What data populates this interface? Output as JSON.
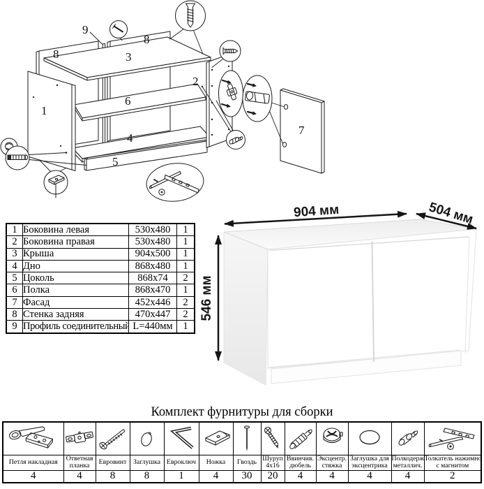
{
  "exploded": {
    "labels": [
      "1",
      "2",
      "3",
      "4",
      "5",
      "6",
      "7",
      "8",
      "8",
      "9"
    ]
  },
  "cabinet": {
    "width_label": "904 мм",
    "depth_label": "504 мм",
    "height_label": "546 мм"
  },
  "parts_table": {
    "rows": [
      {
        "num": "1",
        "name": "Боковина левая",
        "size": "530x480",
        "qty": "1"
      },
      {
        "num": "2",
        "name": "Боковина правая",
        "size": "530x480",
        "qty": "1"
      },
      {
        "num": "3",
        "name": "Крыша",
        "size": "904x500",
        "qty": "1"
      },
      {
        "num": "4",
        "name": "Дно",
        "size": "868x480",
        "qty": "1"
      },
      {
        "num": "5",
        "name": "Цоколь",
        "size": "868x74",
        "qty": "2"
      },
      {
        "num": "6",
        "name": "Полка",
        "size": "868x470",
        "qty": "1"
      },
      {
        "num": "7",
        "name": "Фасад",
        "size": "452x446",
        "qty": "2"
      },
      {
        "num": "8",
        "name": "Стенка задняя",
        "size": "470x447",
        "qty": "2"
      },
      {
        "num": "9",
        "name": "Профиль соединительный",
        "size": "L=440мм",
        "qty": "1"
      }
    ]
  },
  "hardware": {
    "title": "Комплект фурнитуры для сборки",
    "items": [
      {
        "icon": "overlay-hinge-icon",
        "label": "Петля накладная",
        "qty": "4"
      },
      {
        "icon": "hinge-plate-icon",
        "label": "Ответная\nпланка",
        "qty": "4"
      },
      {
        "icon": "euro-screw-icon",
        "label": "Евровинт",
        "qty": "8"
      },
      {
        "icon": "cap-icon",
        "label": "Заглушка",
        "qty": "8"
      },
      {
        "icon": "hex-key-icon",
        "label": "Евроключ",
        "qty": "1"
      },
      {
        "icon": "leg-icon",
        "label": "Ножка",
        "qty": "4"
      },
      {
        "icon": "nail-icon",
        "label": "Гвоздь",
        "qty": "30"
      },
      {
        "icon": "screw-icon",
        "label": "Шуруп\n4x16",
        "qty": "20"
      },
      {
        "icon": "screw-dowel-icon",
        "label": "Ввинчив.\nдюбель",
        "qty": "4"
      },
      {
        "icon": "cam-lock-icon",
        "label": "Эксцентр.\nстяжка",
        "qty": "4"
      },
      {
        "icon": "cam-cap-icon",
        "label": "Заглушка для\nэксцентрика",
        "qty": "4"
      },
      {
        "icon": "shelf-pin-icon",
        "label": "Полкодерж.\nметаллич.",
        "qty": "4"
      },
      {
        "icon": "push-latch-icon",
        "label": "Толкатель нажимной\nс магнитом",
        "qty": "2"
      }
    ]
  }
}
